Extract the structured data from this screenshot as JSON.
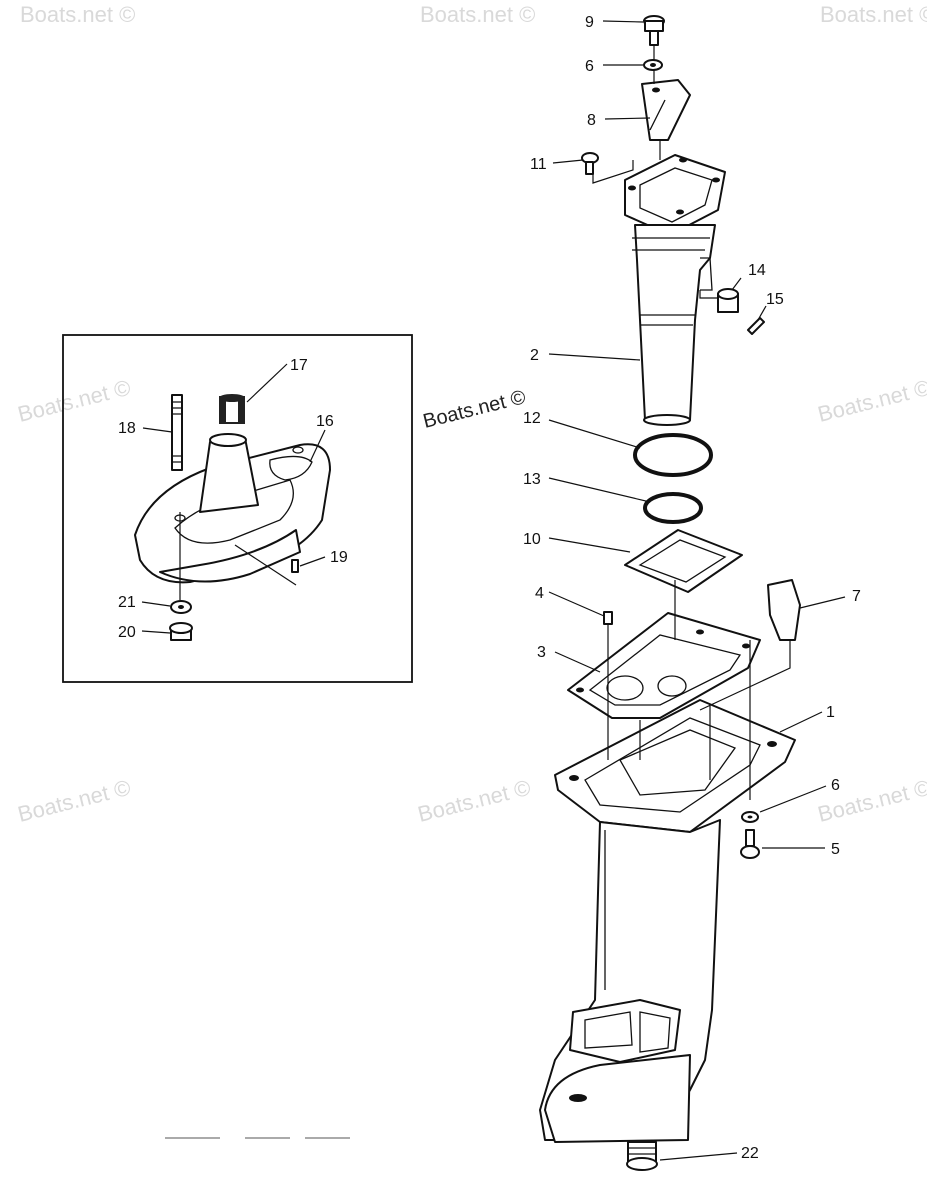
{
  "watermark_text": "Boats.net ©",
  "main_watermark_text": "Boats.net ©",
  "inset_box_label": "",
  "callouts": {
    "c1": "1",
    "c2": "2",
    "c3": "3",
    "c4": "4",
    "c5": "5",
    "c6a": "6",
    "c6b": "6",
    "c7": "7",
    "c8": "8",
    "c9": "9",
    "c10": "10",
    "c11": "11",
    "c12": "12",
    "c13": "13",
    "c14": "14",
    "c15": "15",
    "c16": "16",
    "c17": "17",
    "c18": "18",
    "c19": "19",
    "c20": "20",
    "c21": "21",
    "c22": "22"
  }
}
